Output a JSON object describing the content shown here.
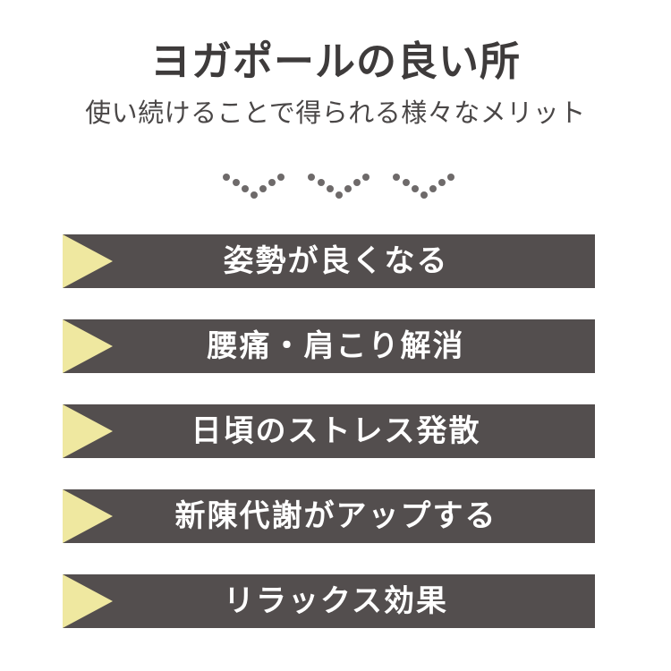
{
  "header": {
    "title": "ヨガポールの良い所",
    "subtitle": "使い続けることで得られる様々なメリット"
  },
  "decoration": {
    "chevron_count": 3,
    "dots_per_chevron": 7,
    "dot_color": "#6e6a6a"
  },
  "benefits": [
    {
      "label": "姿勢が良くなる"
    },
    {
      "label": "腰痛・肩こり解消"
    },
    {
      "label": "日頃のストレス発散"
    },
    {
      "label": "新陳代謝がアップする"
    },
    {
      "label": "リラックス効果"
    }
  ],
  "colors": {
    "background": "#ffffff",
    "title_text": "#3e3b3b",
    "subtitle_text": "#4a4747",
    "banner_background": "#534e4e",
    "banner_text": "#ffffff",
    "accent_triangle": "#efe8a0"
  }
}
